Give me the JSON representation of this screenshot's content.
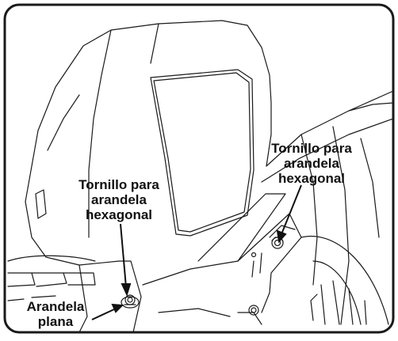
{
  "labels": {
    "bolt_right_line1": "Tornillo para",
    "bolt_right_line2": "arandela",
    "bolt_right_line3": "hexagonal",
    "bolt_left_line1": "Tornillo para",
    "bolt_left_line2": "arandela",
    "bolt_left_line3": "hexagonal",
    "washer_line1": "Arandela",
    "washer_line2": "plana"
  },
  "colors": {
    "line": "#1a1a1a",
    "frame": "#1a1a1a",
    "background": "#ffffff",
    "callout_text": "#111111"
  }
}
